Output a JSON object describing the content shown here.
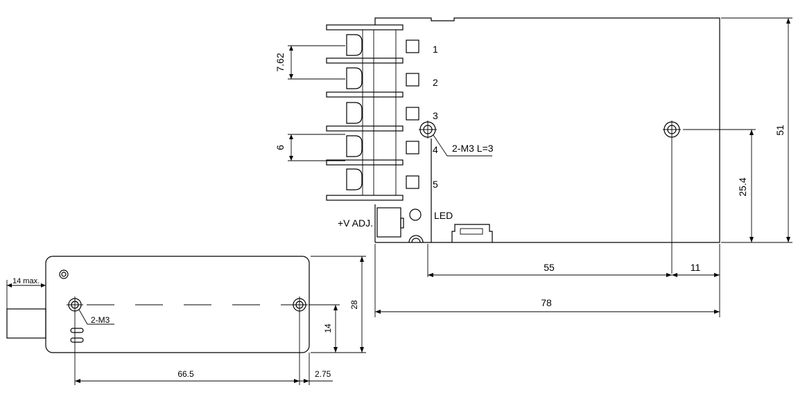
{
  "terminals": [
    "1",
    "2",
    "3",
    "4",
    "5"
  ],
  "labels": {
    "vadj": "+V ADJ.",
    "led": "LED",
    "mount_top": "2-M3 L=3",
    "mount_side": "2-M3",
    "max_depth": "14 max."
  },
  "dims": {
    "pitch": "7.62",
    "gap": "6",
    "width_overall": "78",
    "hole_span": "55",
    "hole_edge": "11",
    "height_overall": "51",
    "hole_height": "25.4",
    "side_height": "28",
    "side_hole_height": "14",
    "side_span": "66.5",
    "side_edge": "2.75"
  }
}
